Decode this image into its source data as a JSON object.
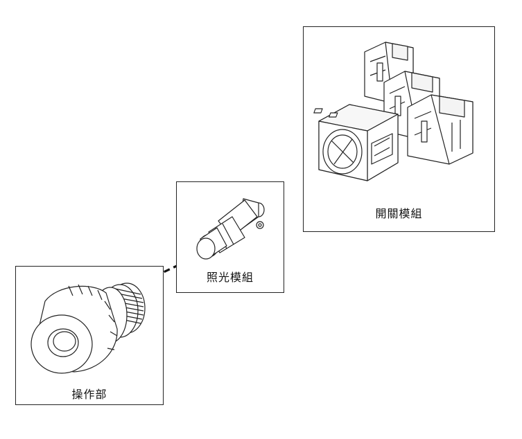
{
  "modules": {
    "switch": {
      "label": "開關模組"
    },
    "light": {
      "label": "照光模組"
    },
    "operator": {
      "label": "操作部"
    }
  },
  "colors": {
    "line": "#222222",
    "background": "#ffffff"
  }
}
